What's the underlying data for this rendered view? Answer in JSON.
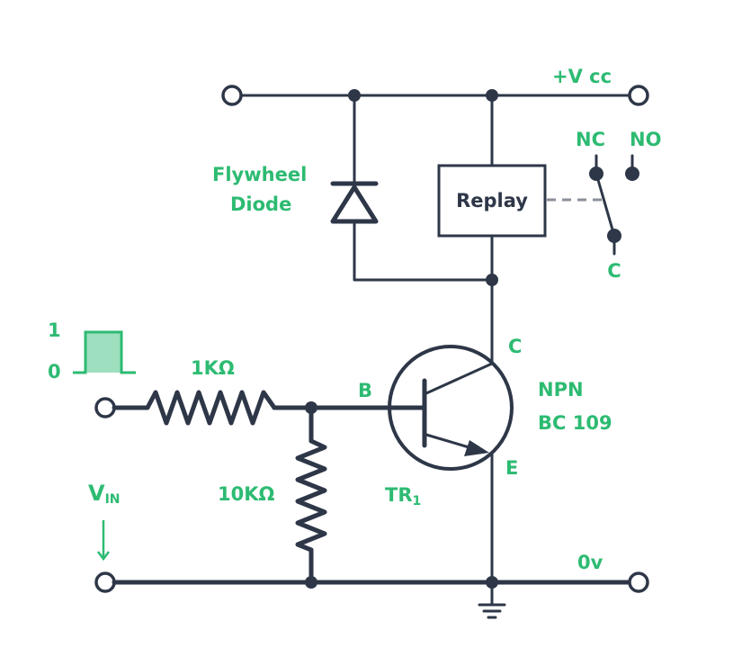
{
  "diagram": {
    "title": "NPN transistor relay driver circuit",
    "colors": {
      "wire": "#2e3748",
      "label": "#2dbb72",
      "pulse_fill": "#9edfbf",
      "dashed_link": "#8a8f99"
    },
    "labels": {
      "vcc": "+V cc",
      "zero_v": "0v",
      "flywheel_line1": "Flywheel",
      "flywheel_line2": "Diode",
      "relay": "Replay",
      "nc": "NC",
      "no": "NO",
      "common": "C",
      "collector": "C",
      "base": "B",
      "emitter": "E",
      "transistor_type": "NPN",
      "transistor_part": "BC 109",
      "transistor_ref": "TR",
      "transistor_ref_sub": "1",
      "r1": "1KΩ",
      "r2": "10KΩ",
      "vin": "V",
      "vin_sub": "IN",
      "pulse_high": "1",
      "pulse_low": "0"
    }
  }
}
